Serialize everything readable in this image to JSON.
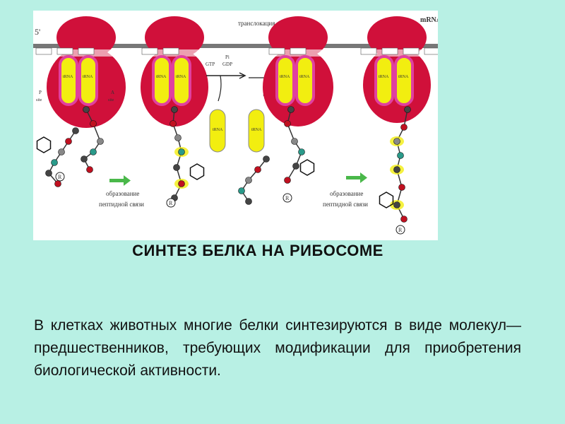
{
  "figure": {
    "five_prime": "5'",
    "translocation": "транслокация",
    "mrna": "mRNA",
    "gtp": "GTP",
    "gdp": "GDP",
    "pi": "Pi",
    "site_p": "P",
    "site_a": "A",
    "trna": "tRNA",
    "site_sub": "site",
    "peptide_bond_1": "образование",
    "peptide_bond_2": "пептидной связи",
    "residue_r": "R"
  },
  "title": "СИНТЕЗ БЕЛКА НА РИБОСОМЕ",
  "paragraph": "В клетках животных многие белки синтезируются в виде молекул—предшественников, требующих модификации для приобретения биологической активности.",
  "colors": {
    "background": "#b8f0e4",
    "ribosome": "#d0103a",
    "trna": "#f2ee10",
    "trna_border": "#e040a0",
    "arrow": "#4ab84a"
  }
}
